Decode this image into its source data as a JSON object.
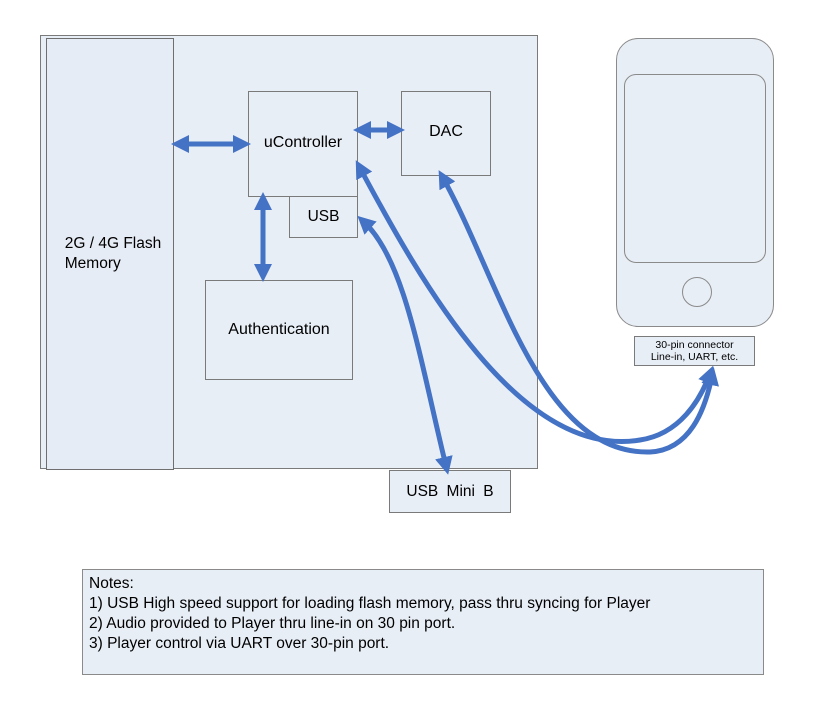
{
  "blocks": {
    "flash_memory": "2G / 4G Flash\nMemory",
    "ucontroller": "uController",
    "dac": "DAC",
    "usb": "USB",
    "authentication": "Authentication",
    "usb_mini_b": "USB  Mini B"
  },
  "connector": {
    "line1": "30-pin connector",
    "line2": "Line-in, UART, etc."
  },
  "notes": {
    "heading": "Notes:",
    "items": [
      "1) USB High speed support for loading flash memory, pass thru syncing for Player",
      "2) Audio provided to Player thru line-in on 30 pin port.",
      "3) Player control via UART over 30-pin port."
    ]
  },
  "colors": {
    "arrow": "#4472c4",
    "box_fill": "#e8eef6",
    "box_border": "#7a7a7a"
  }
}
